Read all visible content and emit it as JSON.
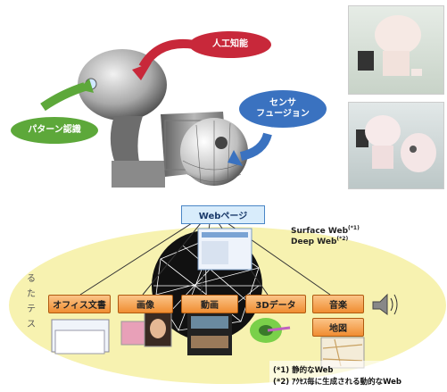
{
  "robot_section": {
    "bubbles": {
      "ai": "人工知能",
      "pattern": "パターン認識",
      "sensor_line1": "センサ",
      "sensor_line2": "フュージョン"
    }
  },
  "web_section": {
    "center_box": "Webページ",
    "surface_web": "Surface Web",
    "surface_note": "(*1)",
    "deep_web": "Deep Web",
    "deep_note": "(*2)",
    "categories": [
      "オフィス文書",
      "画像",
      "動画",
      "3Dデータ",
      "音楽",
      "地図"
    ],
    "footnotes": [
      "(*1) 静的なWeb",
      "(*2) ｱｸｾｽ毎に生成される動的なWeb"
    ],
    "left_fragment": [
      "る",
      "た",
      "テ",
      "ス"
    ]
  },
  "colors": {
    "ai_bubble": "#c8283a",
    "pattern_bubble": "#5da83a",
    "sensor_bubble": "#3a72c0",
    "category_fill": "#f08d32",
    "ellipse_fill": "#f7f2b0",
    "web_box": "#d8ecfb"
  }
}
